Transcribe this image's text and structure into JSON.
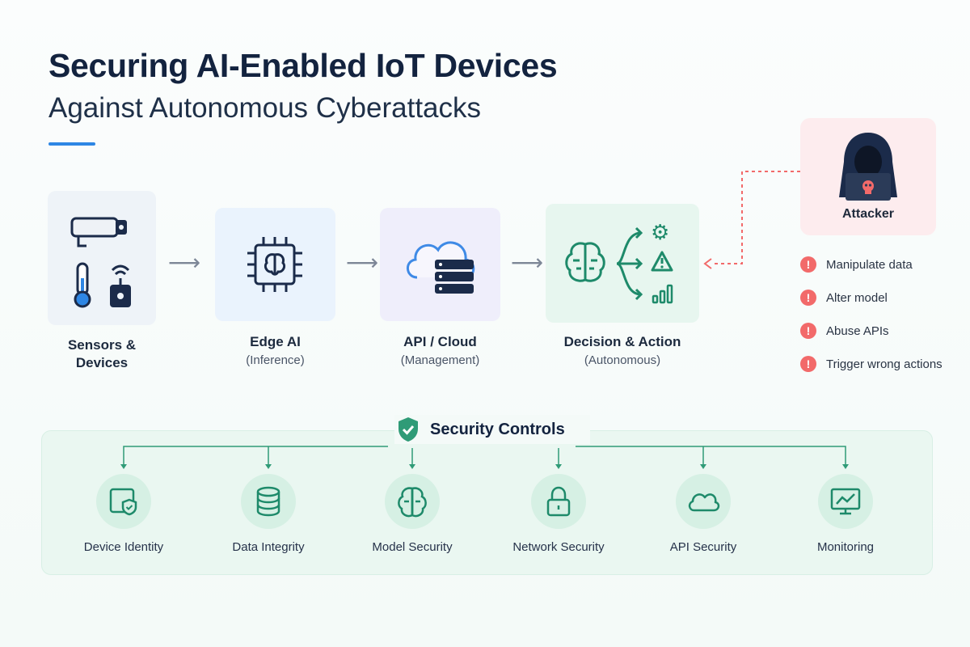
{
  "title": {
    "main": "Securing AI-Enabled IoT Devices",
    "sub": "Against Autonomous Cyberattacks"
  },
  "pipeline": [
    {
      "label": "Sensors &",
      "label2": "Devices",
      "sub": ""
    },
    {
      "label": "Edge AI",
      "sub": "(Inference)"
    },
    {
      "label": "API / Cloud",
      "sub": "(Management)"
    },
    {
      "label": "Decision & Action",
      "sub": "(Autonomous)"
    }
  ],
  "attacker": {
    "label": "Attacker",
    "threats": [
      "Manipulate data",
      "Alter model",
      "Abuse APIs",
      "Trigger wrong actions"
    ]
  },
  "controls": {
    "title": "Security Controls",
    "items": [
      {
        "label": "Device Identity",
        "icon": "device-shield-icon"
      },
      {
        "label": "Data Integrity",
        "icon": "database-icon"
      },
      {
        "label": "Model Security",
        "icon": "brain-icon"
      },
      {
        "label": "Network Security",
        "icon": "lock-icon"
      },
      {
        "label": "API Security",
        "icon": "cloud-icon"
      },
      {
        "label": "Monitoring",
        "icon": "monitor-chart-icon"
      }
    ]
  },
  "colors": {
    "title": "#13233f",
    "accent_blue": "#2e86e4",
    "teal": "#1e8a6a",
    "navy": "#1b2b4a",
    "threat_red": "#f26a6a"
  }
}
